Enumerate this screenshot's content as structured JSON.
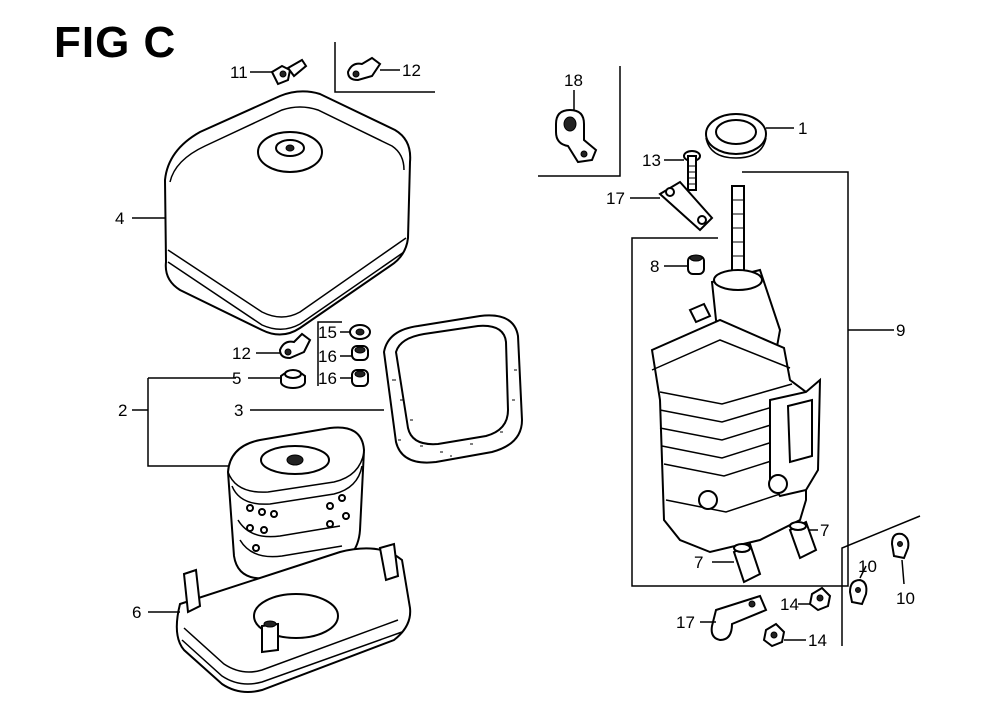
{
  "figure": {
    "title": "FIG C"
  },
  "callouts": {
    "c1": "1",
    "c2": "2",
    "c3": "3",
    "c4": "4",
    "c5": "5",
    "c6": "6",
    "c7a": "7",
    "c7b": "7",
    "c8": "8",
    "c9": "9",
    "c10a": "10",
    "c10b": "10",
    "c11": "11",
    "c12a": "12",
    "c12b": "12",
    "c13": "13",
    "c14a": "14",
    "c14b": "14",
    "c15": "15",
    "c16a": "16",
    "c16b": "16",
    "c17a": "17",
    "c17b": "17",
    "c18": "18"
  }
}
